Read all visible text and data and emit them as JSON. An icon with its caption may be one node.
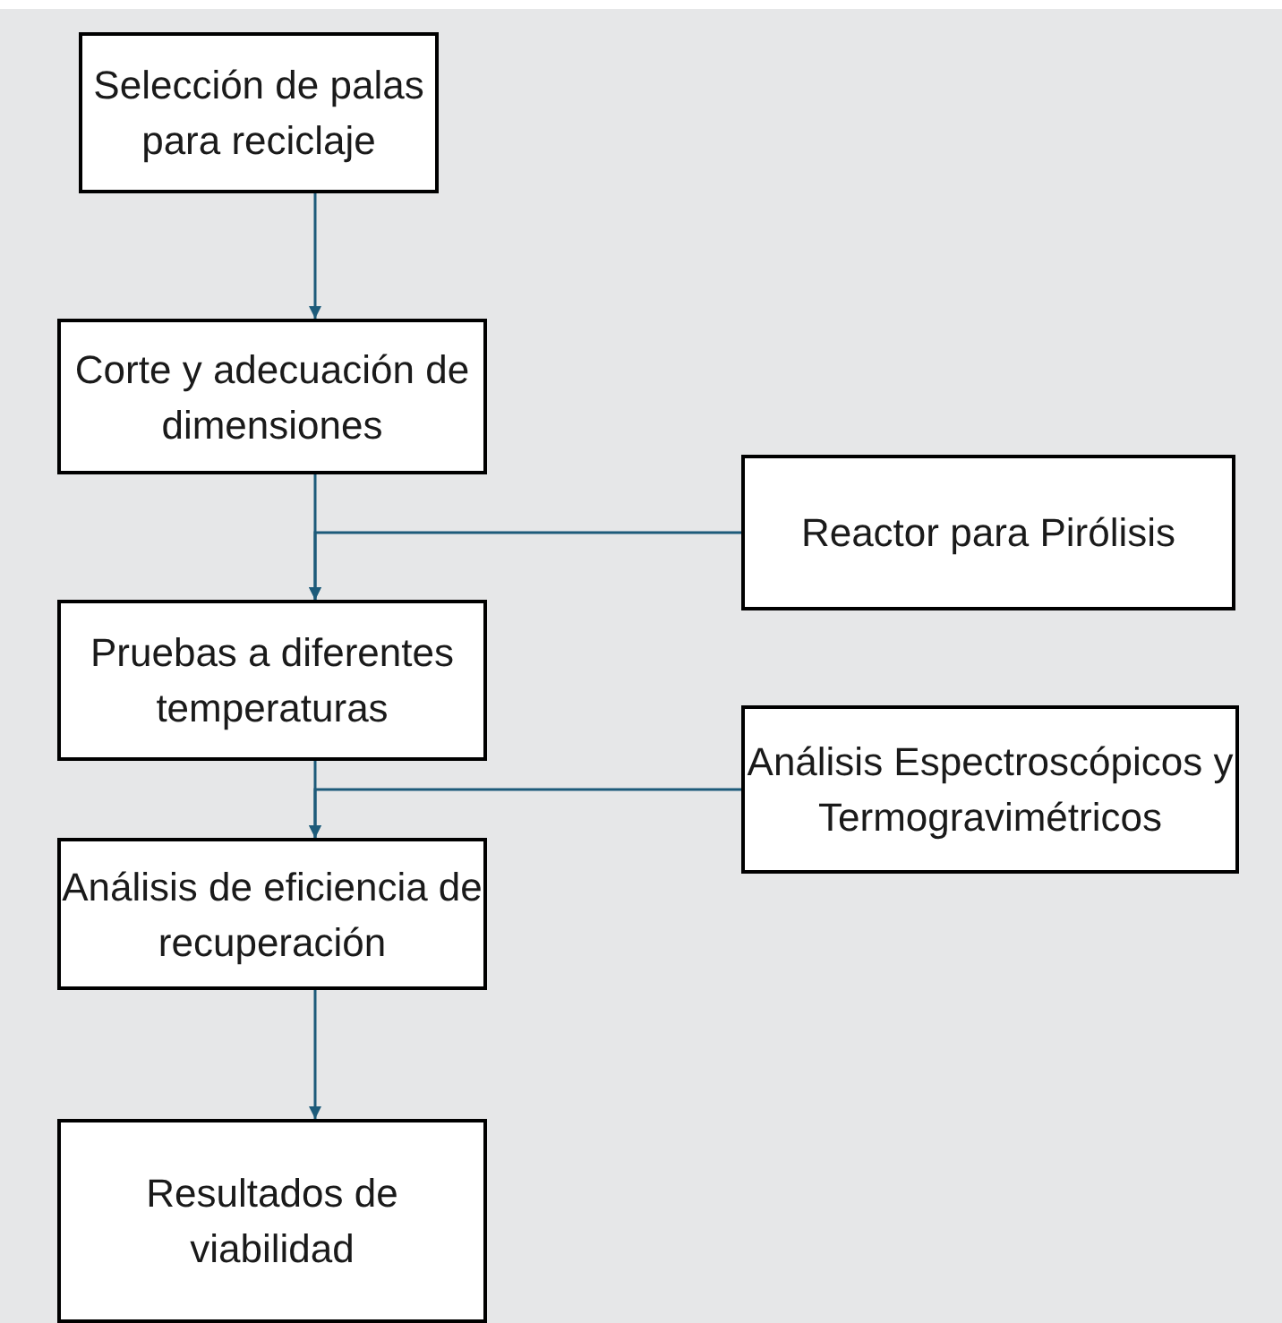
{
  "diagram": {
    "nodes": [
      {
        "text": [
          "Selección de palas para reciclaje"
        ]
      },
      {
        "text": [
          "Corte y adecuación de dimensiones"
        ]
      },
      {
        "text": [
          "Reactor para Pirólisis"
        ]
      },
      {
        "text": [
          "Pruebas a diferentes temperaturas"
        ]
      },
      {
        "text": [
          "Análisis Espectroscópicos y Termogravimétricos"
        ]
      },
      {
        "text": [
          "Análisis de eficiencia de recuperación"
        ]
      },
      {
        "text": [
          "Resultados de viabilidad"
        ]
      }
    ],
    "edges": [
      {
        "from": 0,
        "to": 1,
        "arrow": "to"
      },
      {
        "from": 1,
        "to": 3,
        "arrow": "to"
      },
      {
        "from": 2,
        "to": 3,
        "arrow": "to"
      },
      {
        "from": 3,
        "to": 5,
        "arrow": "to"
      },
      {
        "from": 4,
        "to": 5,
        "arrow": "to"
      },
      {
        "from": 5,
        "to": 6,
        "arrow": "to"
      }
    ]
  }
}
